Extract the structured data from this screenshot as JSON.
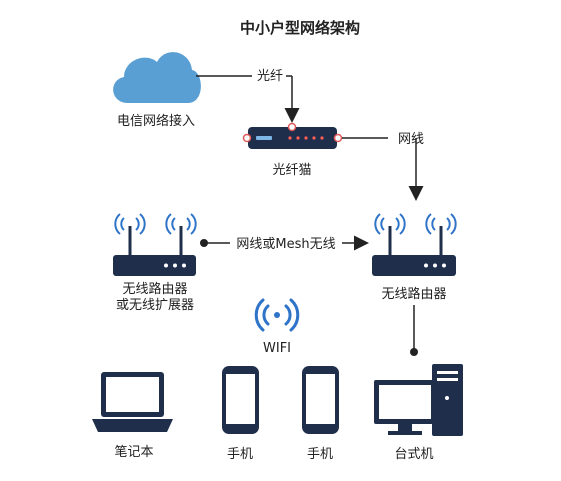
{
  "title": "中小户型网络架构",
  "nodes": {
    "internet": "电信网络接入",
    "modem": "光纤猫",
    "router_main": "无线路由器",
    "router_ext_line1": "无线路由器",
    "router_ext_line2": "或无线扩展器",
    "wifi": "WIFI",
    "laptop": "笔记本",
    "phone1": "手机",
    "phone2": "手机",
    "desktop": "台式机"
  },
  "edges": {
    "fiber": "光纤",
    "cable": "网线",
    "mesh": "网线或Mesh无线"
  },
  "colors": {
    "cloud": "#5a9fd3",
    "device": "#1f2e4a",
    "wifi_signal": "#2f74c8",
    "line": "#222222",
    "node_dot": "#e05a5a"
  }
}
